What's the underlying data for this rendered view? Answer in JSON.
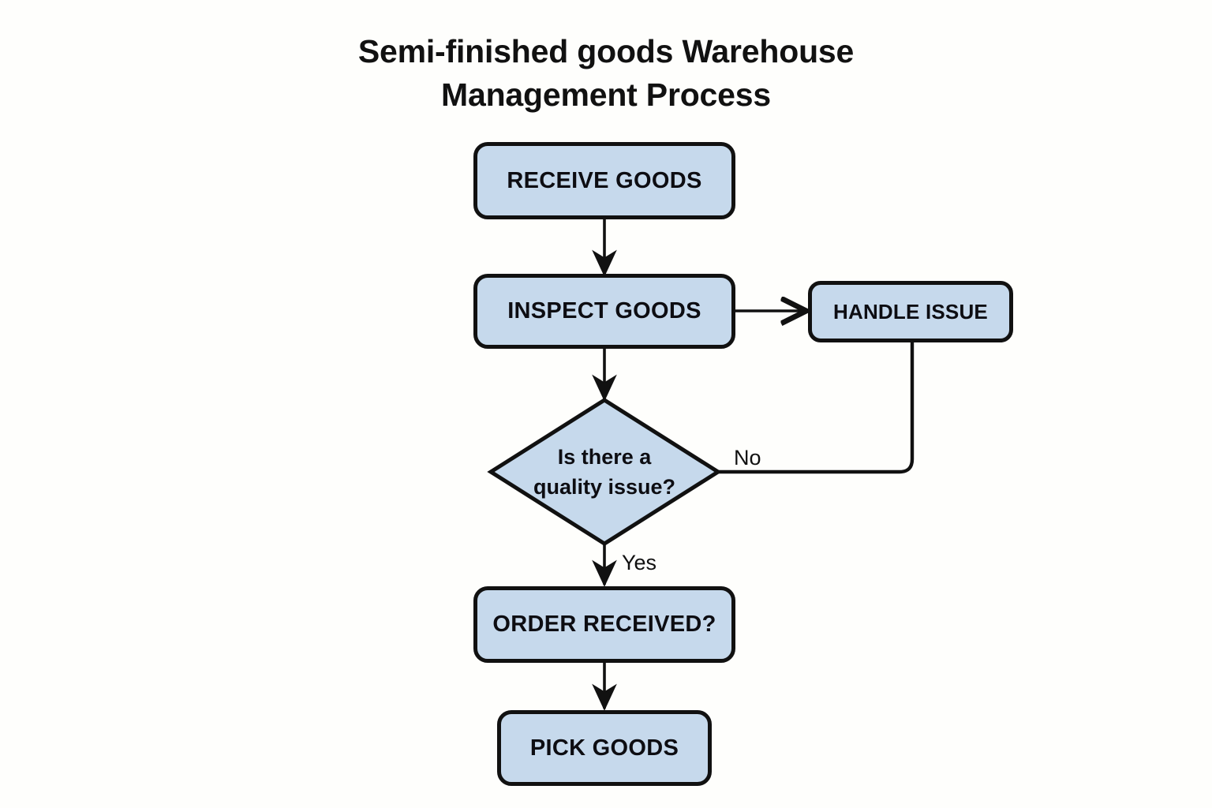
{
  "diagram": {
    "title_lines": [
      "Semi-finished goods Warehouse",
      "Management Process"
    ],
    "colors": {
      "node_fill": "#c6d9ec",
      "node_stroke": "#111111",
      "background": "#fefefc",
      "text": "#0d0d12",
      "connector": "#111111"
    },
    "nodes": [
      {
        "id": "receive-goods",
        "label": "RECEIVE GOODS",
        "shape": "rounded-rect"
      },
      {
        "id": "inspect-goods",
        "label": "INSPECT GOODS",
        "shape": "rounded-rect"
      },
      {
        "id": "handle-issue",
        "label": "HANDLE ISSUE",
        "shape": "rounded-rect"
      },
      {
        "id": "quality-check",
        "label": "Is there a quality issue?",
        "shape": "diamond",
        "label_line_1": "Is there a",
        "label_line_2": "quality issue?"
      },
      {
        "id": "order-received",
        "label": "ORDER RECEIVED?",
        "shape": "rounded-rect"
      },
      {
        "id": "pick-goods",
        "label": "PICK GOODS",
        "shape": "rounded-rect"
      }
    ],
    "edges": [
      {
        "from": "receive-goods",
        "to": "inspect-goods",
        "label": ""
      },
      {
        "from": "inspect-goods",
        "to": "handle-issue",
        "label": ""
      },
      {
        "from": "inspect-goods",
        "to": "quality-check",
        "label": ""
      },
      {
        "from": "quality-check",
        "to": "handle-issue",
        "label": "No"
      },
      {
        "from": "quality-check",
        "to": "order-received",
        "label": "Yes"
      },
      {
        "from": "order-received",
        "to": "pick-goods",
        "label": ""
      }
    ],
    "edge_labels": {
      "no": "No",
      "yes": "Yes"
    }
  }
}
